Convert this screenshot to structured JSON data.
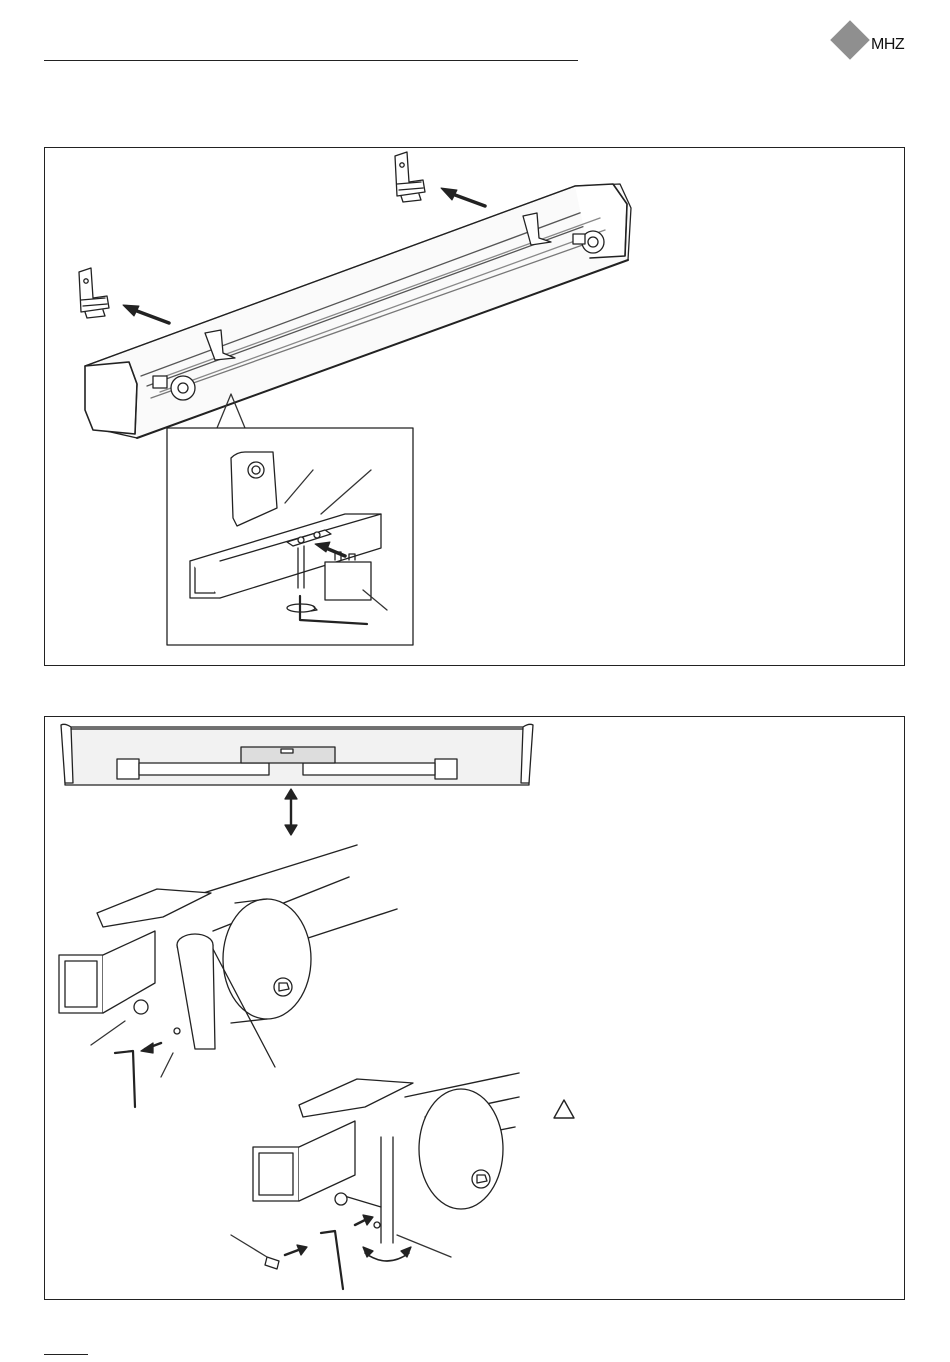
{
  "brand": {
    "logo_text": "MHZ",
    "logo_color": "#8f8f8f"
  },
  "figures": {
    "panel_1": "awning-bracket-mounting",
    "panel_2": "awning-level-adjustment"
  },
  "icons": [
    "warning-triangle-icon",
    "rotate-icon",
    "double-arrow-icon",
    "push-arrow-icon",
    "hex-key-icon",
    "grub-screw-icon"
  ]
}
